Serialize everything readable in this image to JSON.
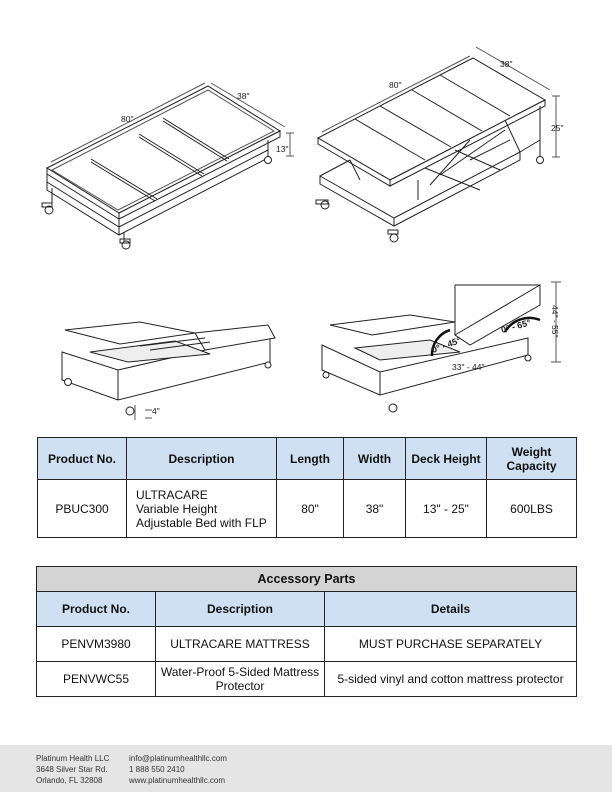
{
  "diagram_labels": {
    "bed1": {
      "length": "80\"",
      "width": "38\"",
      "height": "13\""
    },
    "bed2": {
      "length": "80\"",
      "width": "38\"",
      "height": "25\""
    },
    "bed3": {
      "clearance": "4\""
    },
    "bed4": {
      "head_angle": "0° - 45°",
      "foot_angle": "0° - 65°",
      "head_height": "44\" - 55\"",
      "deck_height": "33\" - 44\""
    }
  },
  "product_table": {
    "headers": [
      "Product No.",
      "Description",
      "Length",
      "Width",
      "Deck Height",
      "Weight Capacity"
    ],
    "row": {
      "product_no": "PBUC300",
      "description_lines": [
        "ULTRACARE",
        "Variable Height",
        "Adjustable Bed with FLP"
      ],
      "length": "80\"",
      "width": "38\"",
      "deck_height": "13\" - 25\"",
      "weight_capacity": "600LBS"
    }
  },
  "accessory_table": {
    "title": "Accessory Parts",
    "headers": [
      "Product No.",
      "Description",
      "Details"
    ],
    "rows": [
      {
        "product_no": "PENVM3980",
        "description": "ULTRACARE MATTRESS",
        "details": "MUST PURCHASE SEPARATELY"
      },
      {
        "product_no": "PENVWC55",
        "description": "Water-Proof 5-Sided Mattress Protector",
        "details": "5-sided vinyl and cotton mattress protector"
      }
    ]
  },
  "footer": {
    "company": "Platinum Health LLC",
    "address1": "3648 Silver Star Rd.",
    "address2": "Orlando, FL 32808",
    "email": "info@platinumhealthllc.com",
    "phone": "1 888 550 2410",
    "website": "www.platinumhealthllc.com"
  }
}
